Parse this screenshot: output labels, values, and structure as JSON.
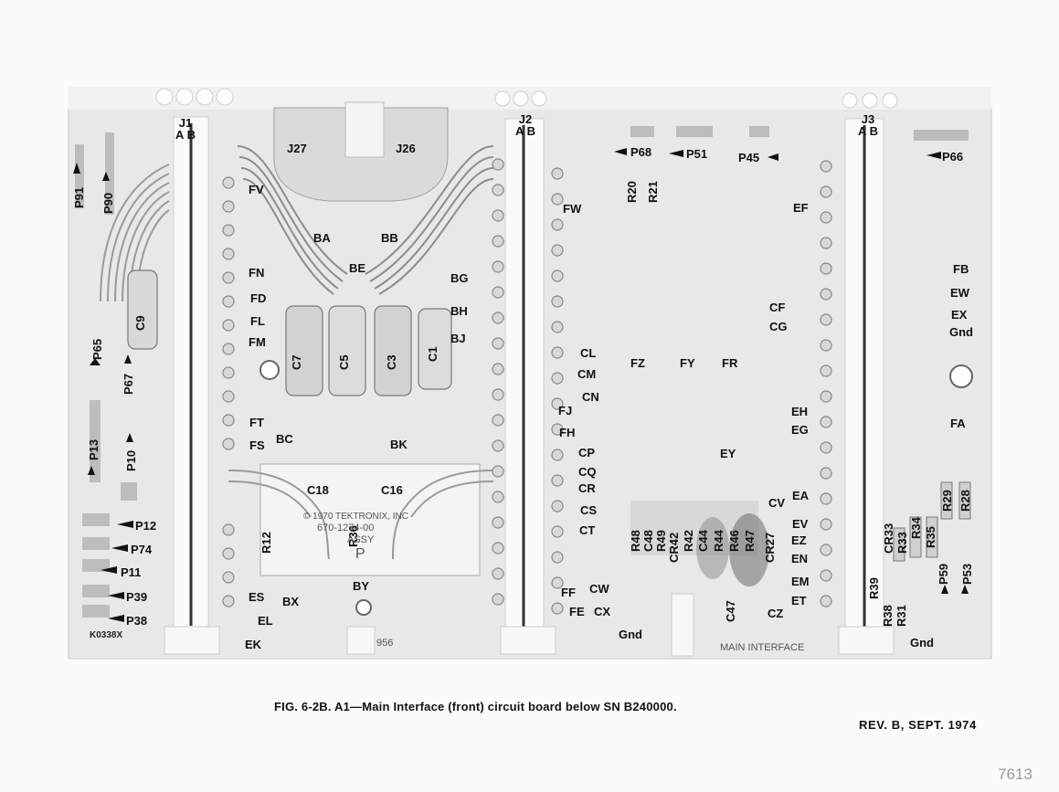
{
  "figure": {
    "caption": "FIG. 6-2B. A1—Main Interface (front) circuit board  below SN B240000.",
    "revision": "REV. B, SEPT. 1974",
    "page_number": "7613"
  },
  "connectors": [
    {
      "id": "j1",
      "name": "J1",
      "pins": "A B"
    },
    {
      "id": "j2",
      "name": "J2",
      "pins": "A B"
    },
    {
      "id": "j3",
      "name": "J3",
      "pins": "A B"
    }
  ],
  "board_text": {
    "tektronix": "© 1970  TEKTRONIX, INC",
    "part": "670-1274-00",
    "assy": "ASSY",
    "p_mark": "P",
    "stock_mark": "K0338X",
    "serial_mark": "956",
    "main_interface": "MAIN INTERFACE"
  },
  "labels": [
    {
      "id": "J27",
      "text": "J27"
    },
    {
      "id": "J26",
      "text": "J26"
    },
    {
      "id": "FV",
      "text": "FV"
    },
    {
      "id": "BA",
      "text": "BA"
    },
    {
      "id": "BB",
      "text": "BB"
    },
    {
      "id": "BE",
      "text": "BE"
    },
    {
      "id": "FN",
      "text": "FN"
    },
    {
      "id": "FD",
      "text": "FD"
    },
    {
      "id": "FL",
      "text": "FL"
    },
    {
      "id": "FM",
      "text": "FM"
    },
    {
      "id": "BG",
      "text": "BG"
    },
    {
      "id": "BH",
      "text": "BH"
    },
    {
      "id": "BJ",
      "text": "BJ"
    },
    {
      "id": "FT",
      "text": "FT"
    },
    {
      "id": "FS",
      "text": "FS"
    },
    {
      "id": "BC",
      "text": "BC"
    },
    {
      "id": "BK",
      "text": "BK"
    },
    {
      "id": "C18",
      "text": "C18"
    },
    {
      "id": "C16",
      "text": "C16"
    },
    {
      "id": "ES",
      "text": "ES"
    },
    {
      "id": "BX",
      "text": "BX"
    },
    {
      "id": "EL",
      "text": "EL"
    },
    {
      "id": "EK",
      "text": "EK"
    },
    {
      "id": "BY",
      "text": "BY"
    },
    {
      "id": "P68",
      "text": "P68"
    },
    {
      "id": "P51",
      "text": "P51"
    },
    {
      "id": "P45",
      "text": "P45"
    },
    {
      "id": "P66",
      "text": "P66"
    },
    {
      "id": "FW",
      "text": "FW"
    },
    {
      "id": "EF",
      "text": "EF"
    },
    {
      "id": "FB",
      "text": "FB"
    },
    {
      "id": "EW",
      "text": "EW"
    },
    {
      "id": "EX",
      "text": "EX"
    },
    {
      "id": "Gnd1",
      "text": "Gnd"
    },
    {
      "id": "CF",
      "text": "CF"
    },
    {
      "id": "CG",
      "text": "CG"
    },
    {
      "id": "CL",
      "text": "CL"
    },
    {
      "id": "CM",
      "text": "CM"
    },
    {
      "id": "CN",
      "text": "CN"
    },
    {
      "id": "FZ",
      "text": "FZ"
    },
    {
      "id": "FY",
      "text": "FY"
    },
    {
      "id": "FR",
      "text": "FR"
    },
    {
      "id": "FJ",
      "text": "FJ"
    },
    {
      "id": "FH",
      "text": "FH"
    },
    {
      "id": "EH",
      "text": "EH"
    },
    {
      "id": "EG",
      "text": "EG"
    },
    {
      "id": "FA",
      "text": "FA"
    },
    {
      "id": "CP",
      "text": "CP"
    },
    {
      "id": "CQ",
      "text": "CQ"
    },
    {
      "id": "CR",
      "text": "CR"
    },
    {
      "id": "CS",
      "text": "CS"
    },
    {
      "id": "CT",
      "text": "CT"
    },
    {
      "id": "EY",
      "text": "EY"
    },
    {
      "id": "CV",
      "text": "CV"
    },
    {
      "id": "EA",
      "text": "EA"
    },
    {
      "id": "EV",
      "text": "EV"
    },
    {
      "id": "EZ",
      "text": "EZ"
    },
    {
      "id": "EN",
      "text": "EN"
    },
    {
      "id": "EM",
      "text": "EM"
    },
    {
      "id": "ET",
      "text": "ET"
    },
    {
      "id": "FF",
      "text": "FF"
    },
    {
      "id": "CW",
      "text": "CW"
    },
    {
      "id": "FE",
      "text": "FE"
    },
    {
      "id": "CX",
      "text": "CX"
    },
    {
      "id": "Gnd2",
      "text": "Gnd"
    },
    {
      "id": "CZ",
      "text": "CZ"
    },
    {
      "id": "Gnd3",
      "text": "Gnd"
    },
    {
      "id": "P12",
      "text": "P12"
    },
    {
      "id": "P74",
      "text": "P74"
    },
    {
      "id": "P11",
      "text": "P11"
    },
    {
      "id": "P39",
      "text": "P39"
    },
    {
      "id": "P38",
      "text": "P38"
    }
  ],
  "vertical_labels": [
    {
      "id": "P91",
      "text": "P91"
    },
    {
      "id": "P90",
      "text": "P90"
    },
    {
      "id": "C9",
      "text": "C9"
    },
    {
      "id": "P65",
      "text": "P65"
    },
    {
      "id": "P67",
      "text": "P67"
    },
    {
      "id": "P13",
      "text": "P13"
    },
    {
      "id": "P10",
      "text": "P10"
    },
    {
      "id": "C7",
      "text": "C7"
    },
    {
      "id": "C5",
      "text": "C5"
    },
    {
      "id": "C3",
      "text": "C3"
    },
    {
      "id": "C1",
      "text": "C1"
    },
    {
      "id": "R12",
      "text": "R12"
    },
    {
      "id": "R36",
      "text": "R36"
    },
    {
      "id": "R20",
      "text": "R20"
    },
    {
      "id": "R21",
      "text": "R21"
    },
    {
      "id": "R48",
      "text": "R48"
    },
    {
      "id": "C48",
      "text": "C48"
    },
    {
      "id": "R49",
      "text": "R49"
    },
    {
      "id": "CR42",
      "text": "CR42"
    },
    {
      "id": "R42",
      "text": "R42"
    },
    {
      "id": "C44",
      "text": "C44"
    },
    {
      "id": "R44",
      "text": "R44"
    },
    {
      "id": "R46",
      "text": "R46"
    },
    {
      "id": "R47",
      "text": "R47"
    },
    {
      "id": "CR27",
      "text": "CR27"
    },
    {
      "id": "C47",
      "text": "C47"
    },
    {
      "id": "R39",
      "text": "R39"
    },
    {
      "id": "CR33",
      "text": "CR33"
    },
    {
      "id": "R33",
      "text": "R33"
    },
    {
      "id": "R34",
      "text": "R34"
    },
    {
      "id": "R35",
      "text": "R35"
    },
    {
      "id": "R29",
      "text": "R29"
    },
    {
      "id": "R28",
      "text": "R28"
    },
    {
      "id": "R38",
      "text": "R38"
    },
    {
      "id": "R31",
      "text": "R31"
    },
    {
      "id": "P59",
      "text": "P59"
    },
    {
      "id": "P53",
      "text": "P53"
    }
  ]
}
